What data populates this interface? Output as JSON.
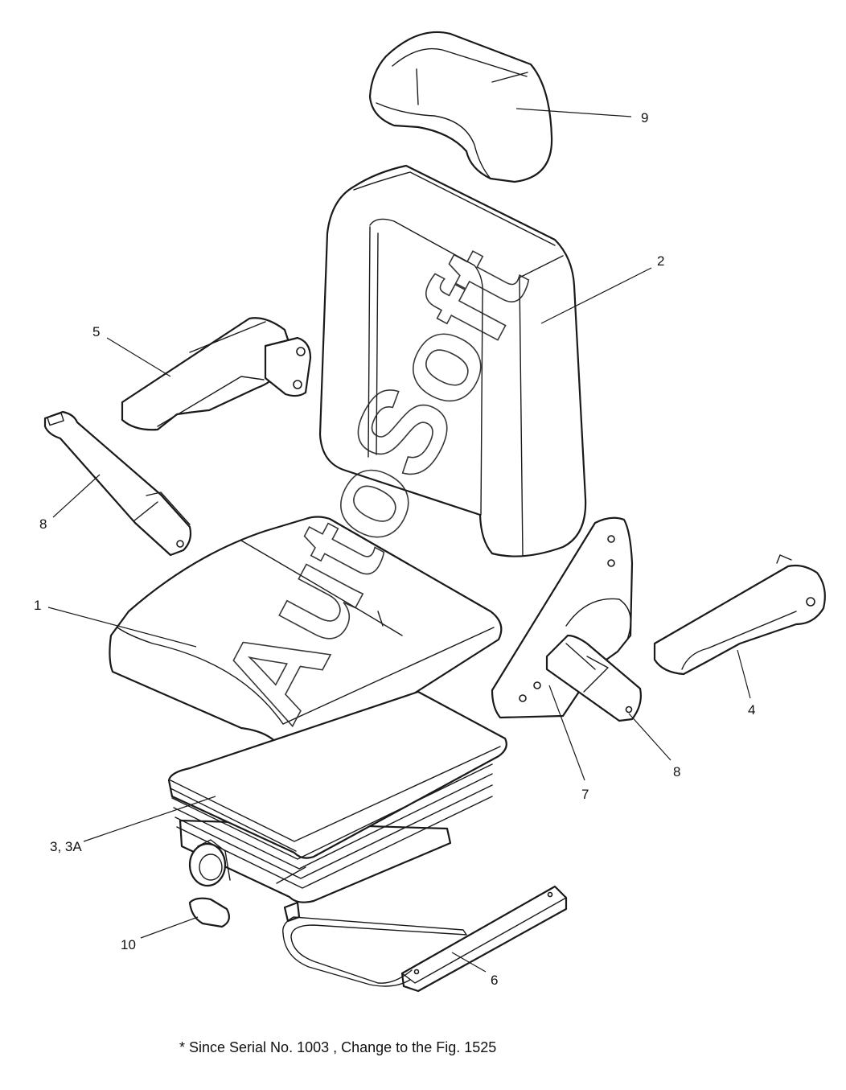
{
  "callouts": {
    "c1": "1",
    "c2": "2",
    "c3": "3, 3A",
    "c4": "4",
    "c5": "5",
    "c6": "6",
    "c7": "7",
    "c8a": "8",
    "c8b": "8",
    "c9": "9",
    "c10": "10"
  },
  "watermark": "AutoSoft",
  "footnote": "* Since Serial No. 1003 , Change to the Fig. 1525"
}
